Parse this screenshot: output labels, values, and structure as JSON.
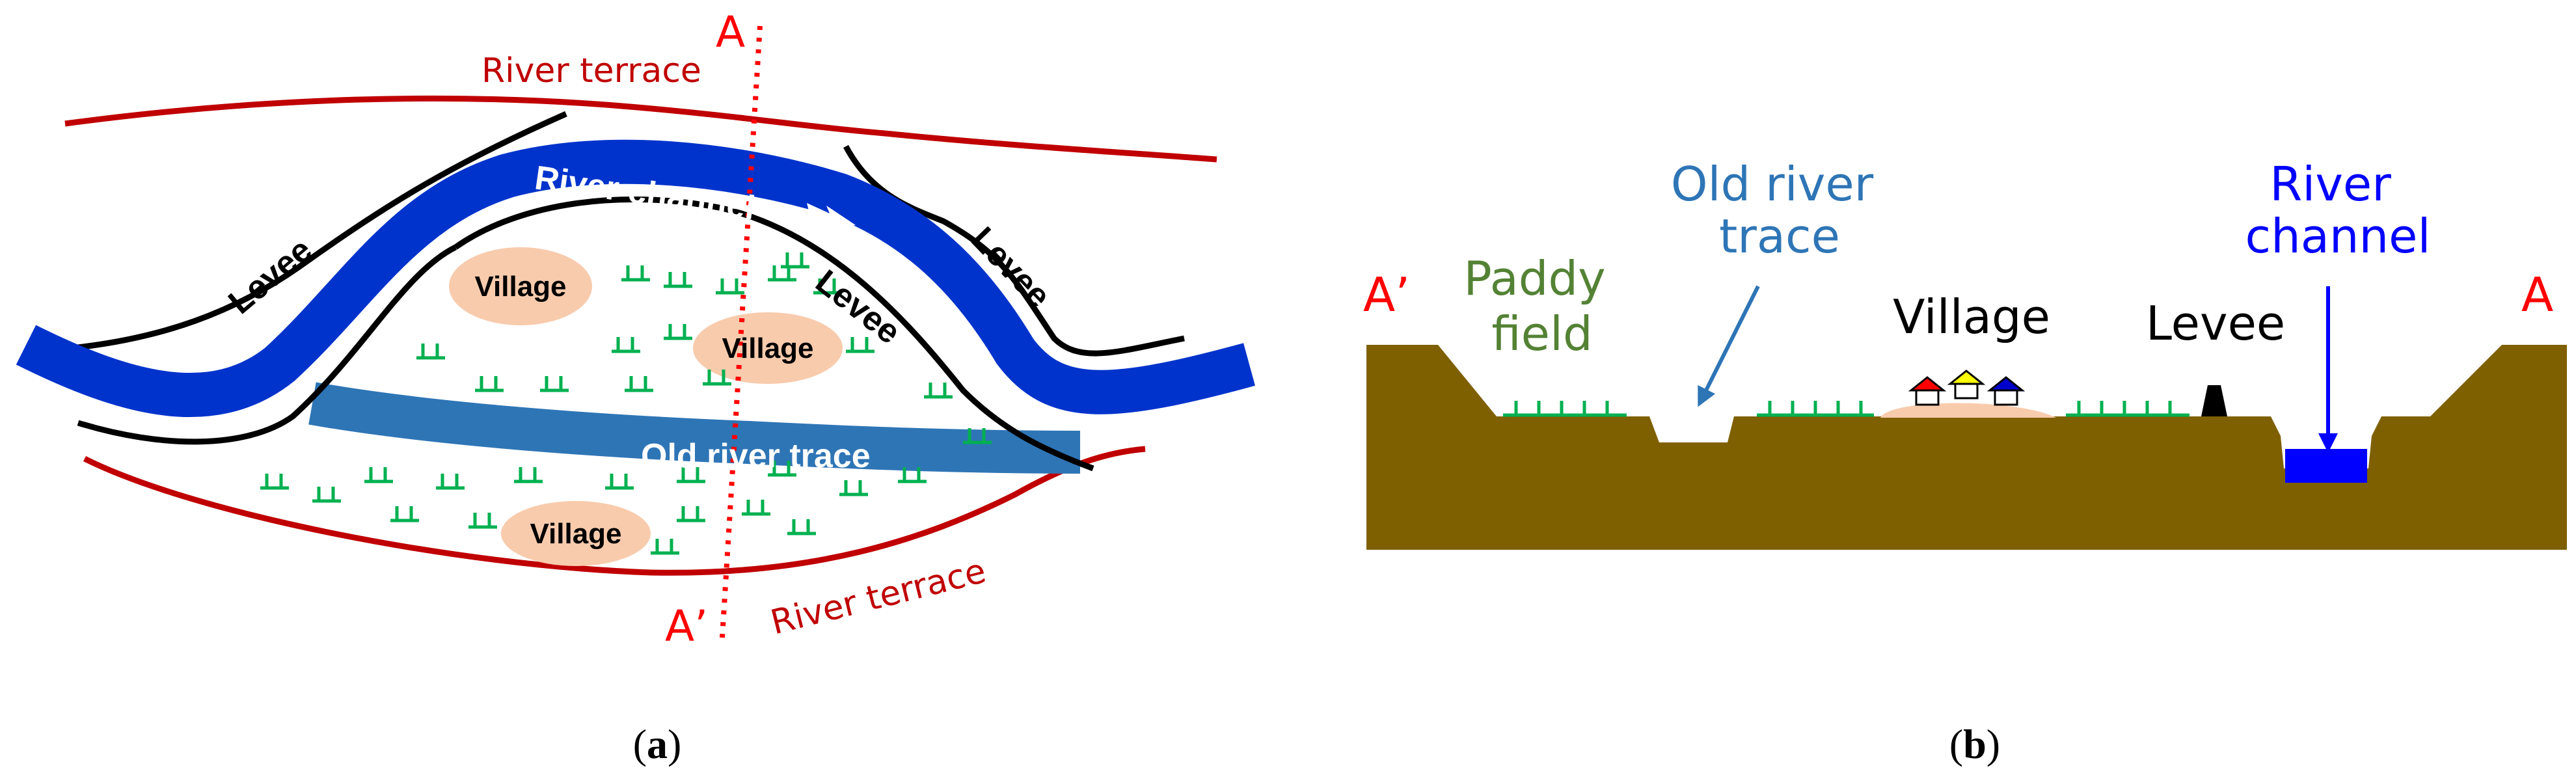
{
  "panel_a": {
    "section_top": "A",
    "section_bottom": "A’",
    "river_terrace_top": "River terrace",
    "river_terrace_bottom": "River terrace",
    "river_channel": "River channel",
    "old_river_trace": "Old river trace",
    "levee_left": "Levee",
    "levee_center": "Levee",
    "levee_right": "Levee",
    "village_1": "Village",
    "village_2": "Village",
    "village_3": "Village",
    "caption_open": "(",
    "caption_letter": "a",
    "caption_close": ")"
  },
  "panel_b": {
    "section_left": "A’",
    "section_right": "A",
    "paddy_line1": "Paddy",
    "paddy_line2": "field",
    "old_trace_line1": "Old river",
    "old_trace_line2": "trace",
    "village": "Village",
    "levee": "Levee",
    "channel_line1": "River",
    "channel_line2": "channel",
    "caption_open": "(",
    "caption_letter": "b",
    "caption_close": ")"
  },
  "colors": {
    "river_channel": "#0033cc",
    "old_river_trace": "#2e75b6",
    "levee": "#000000",
    "river_terrace": "#c00000",
    "village": "#f8cbad",
    "paddy": "#00b050",
    "ground": "#7f6000",
    "water": "#0000ff",
    "paddy_label": "#548235",
    "old_trace_label": "#2e75b6"
  }
}
